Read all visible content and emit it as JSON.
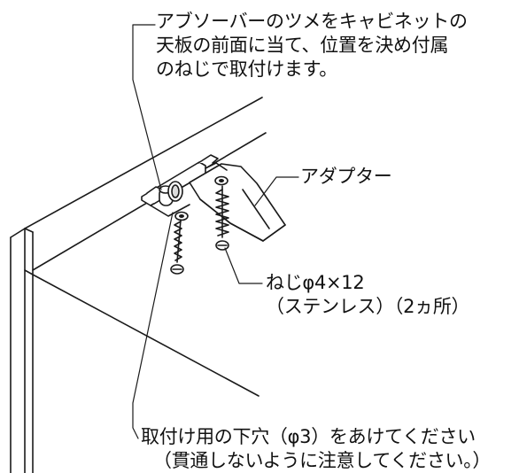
{
  "callouts": {
    "absorber_instruction": [
      "アブソーバーのツメをキャビネットの",
      "天板の前面に当て、位置を決め付属",
      "のねじで取付けます。"
    ],
    "adapter": "アダプター",
    "screw": [
      "ねじφ4×12",
      "（ステンレス）（2ヵ所）"
    ],
    "pilot_hole": [
      "取付け用の下穴（φ3）をあけてください",
      "（貫通しないように注意してください。）"
    ]
  },
  "colors": {
    "line": "#1a1a1a",
    "fill": "#ffffff",
    "shade": "#dcdcdc"
  }
}
